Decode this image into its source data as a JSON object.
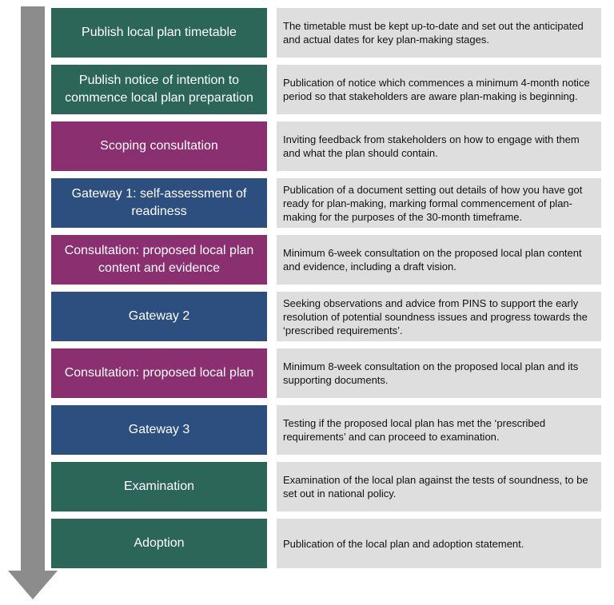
{
  "colors": {
    "green": "#2b6659",
    "purple": "#8a2f70",
    "blue": "#2d4f80",
    "arrow": "#8c8c8c",
    "description_background": "#dedede"
  },
  "steps": [
    {
      "stage": "Publish local plan timetable",
      "description": "The timetable must be kept up-to-date and set out the anticipated and actual dates for key plan-making stages.",
      "color": "#2b6659"
    },
    {
      "stage": "Publish notice of intention to commence local plan preparation",
      "description": "Publication of notice which commences a minimum 4-month notice period so that stakeholders are aware plan-making is beginning.",
      "color": "#2b6659"
    },
    {
      "stage": "Scoping consultation",
      "description": "Inviting feedback from stakeholders on how to engage with them and what the plan should contain.",
      "color": "#8a2f70"
    },
    {
      "stage": "Gateway 1: self-assessment of readiness",
      "description": "Publication of a document setting out details of how you have got ready for plan-making, marking formal commencement of plan-making for the purposes of the 30-month timeframe.",
      "color": "#2d4f80"
    },
    {
      "stage": "Consultation: proposed local plan content and evidence",
      "description": "Minimum 6-week consultation on the proposed local plan content and evidence, including a draft vision.",
      "color": "#8a2f70"
    },
    {
      "stage": "Gateway 2",
      "description": "Seeking observations and advice from PINS to support the early resolution of potential soundness issues and progress towards the ‘prescribed requirements’.",
      "color": "#2d4f80"
    },
    {
      "stage": "Consultation: proposed local plan",
      "description": "Minimum 8-week consultation on the proposed local plan and its supporting documents.",
      "color": "#8a2f70"
    },
    {
      "stage": "Gateway 3",
      "description": "Testing if the proposed local plan has met the ‘prescribed requirements’ and can proceed to examination.",
      "color": "#2d4f80"
    },
    {
      "stage": "Examination",
      "description": "Examination of the local plan against the tests of soundness, to be set out in national policy.",
      "color": "#2b6659"
    },
    {
      "stage": "Adoption",
      "description": "Publication of the local plan and adoption statement.",
      "color": "#2b6659"
    }
  ]
}
